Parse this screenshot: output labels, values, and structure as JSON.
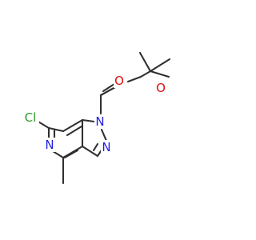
{
  "molecule": {
    "atoms": {
      "n1": {
        "symbol": "N",
        "color": "#1f1fe0"
      },
      "n2": {
        "symbol": "N",
        "color": "#1f1fe0"
      },
      "n5": {
        "symbol": "N",
        "color": "#1f1fe0"
      },
      "cl": {
        "symbol": "Cl",
        "color": "#2a9a2a"
      },
      "o_carbonyl": {
        "symbol": "O",
        "color": "#e01010"
      },
      "o_ester": {
        "symbol": "O",
        "color": "#e01010"
      }
    },
    "bond_color": "#303030"
  }
}
